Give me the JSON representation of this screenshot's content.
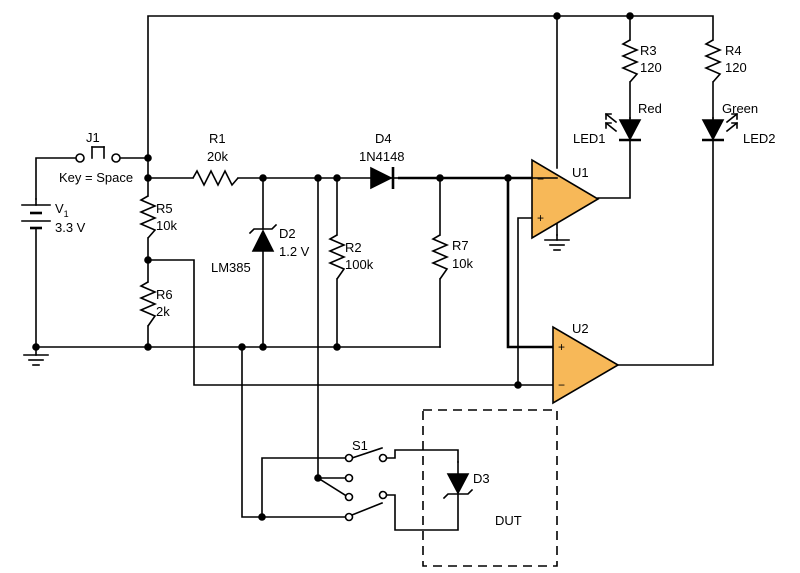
{
  "components": {
    "j1": {
      "ref": "J1",
      "note": "Key = Space"
    },
    "v1": {
      "ref": "V",
      "sub": "1",
      "value": "3.3 V"
    },
    "r1": {
      "ref": "R1",
      "value": "20k"
    },
    "r2": {
      "ref": "R2",
      "value": "100k"
    },
    "r3": {
      "ref": "R3",
      "value": "120"
    },
    "r4": {
      "ref": "R4",
      "value": "120"
    },
    "r5": {
      "ref": "R5",
      "value": "10k"
    },
    "r6": {
      "ref": "R6",
      "value": "2k"
    },
    "r7": {
      "ref": "R7",
      "value": "10k"
    },
    "d2": {
      "ref": "D2",
      "value": "1.2 V",
      "part": "LM385"
    },
    "d3": {
      "ref": "D3"
    },
    "d4": {
      "ref": "D4",
      "value": "1N4148"
    },
    "led1": {
      "ref": "LED1",
      "color": "Red"
    },
    "led2": {
      "ref": "LED2",
      "color": "Green"
    },
    "u1": {
      "ref": "U1"
    },
    "u2": {
      "ref": "U2"
    },
    "s1": {
      "ref": "S1"
    },
    "dut": {
      "label": "DUT"
    }
  },
  "pin_marks": {
    "minus": "−",
    "plus": "+"
  }
}
